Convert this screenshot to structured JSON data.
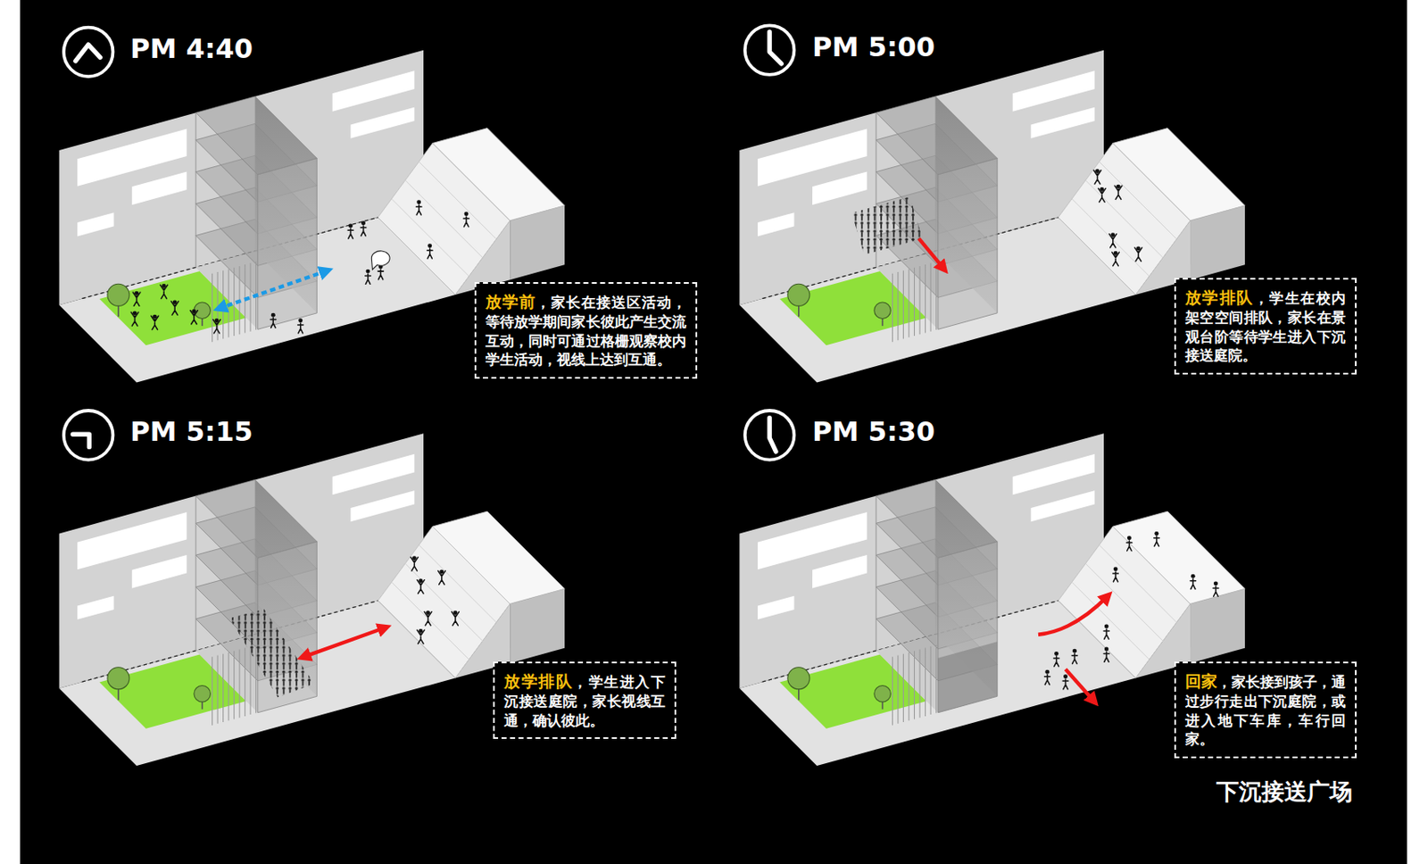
{
  "diagram": {
    "caption": "下沉接送广场",
    "nodes": [
      {
        "text": [
          "放学前",
          "，家长在接送区活动，等待放学期间家长彼此产生交流互动，同时可通过格栅观察校内学生活动，视线上达到互通。"
        ]
      },
      {
        "text": [
          "放学排队",
          "，学生在校内架空空间排队，家长在景观台阶等待学生进入下沉接送庭院。"
        ]
      },
      {
        "text": [
          "放学排队",
          "，学生进入下沉接送庭院，家长视线互通，确认彼此。"
        ]
      },
      {
        "text": [
          "回家",
          "，家长接到孩子，通过步行走出下沉庭院，或进入地下车库，车行回家。"
        ]
      }
    ],
    "labels": [
      "PM 4:40",
      "PM 5:00",
      "PM 5:15",
      "PM 5:30"
    ]
  }
}
